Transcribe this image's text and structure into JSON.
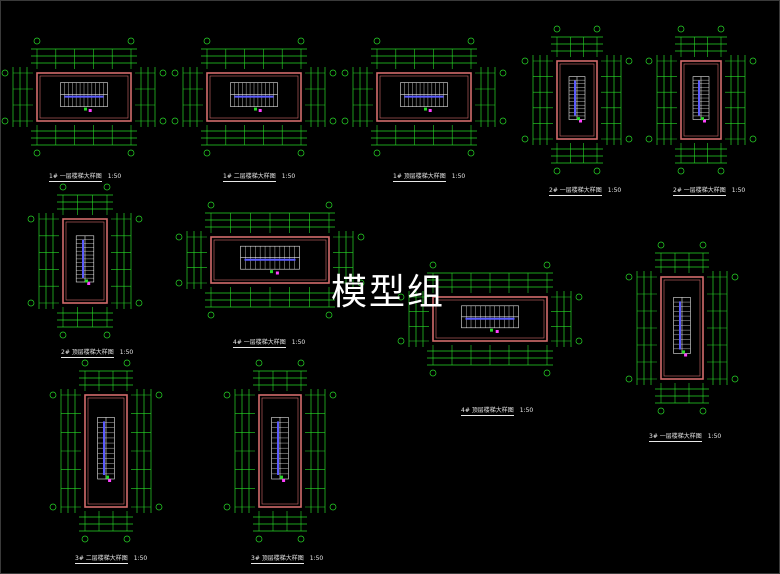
{
  "colors": {
    "background": "#000000",
    "dimension_lines": "#27d827",
    "walls": "#d36b6b",
    "stairs": "#5b5bff",
    "text": "#e8e8e8",
    "accent_magenta": "#ff40ff",
    "accent_cyan": "#3ad2ff"
  },
  "watermark": "模型组",
  "drawings": [
    {
      "title": "1# 一层楼梯大样图",
      "scale": "1:50"
    },
    {
      "title": "1# 二层楼梯大样图",
      "scale": "1:50"
    },
    {
      "title": "1# 顶层楼梯大样图",
      "scale": "1:50"
    },
    {
      "title": "2# 一层楼梯大样图",
      "scale": "1:50"
    },
    {
      "title": "2# 一层楼梯大样图",
      "scale": "1:50"
    },
    {
      "title": "2# 顶层楼梯大样图",
      "scale": "1:50"
    },
    {
      "title": "4# 一层楼梯大样图",
      "scale": "1:50"
    },
    {
      "title": "4# 顶层楼梯大样图",
      "scale": "1:50"
    },
    {
      "title": "3# 一层楼梯大样图",
      "scale": "1:50"
    },
    {
      "title": "3# 二层楼梯大样图",
      "scale": "1:50"
    },
    {
      "title": "3# 顶层楼梯大样图",
      "scale": "1:50"
    }
  ]
}
